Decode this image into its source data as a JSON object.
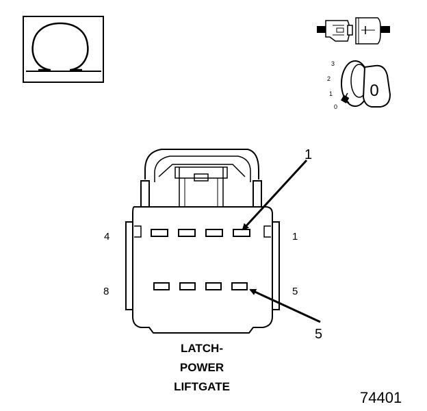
{
  "meter_icon": {
    "name": "ohm-symbol-icon",
    "glyph": "Ω"
  },
  "ignition": {
    "connector_icon": "disconnected-connector-icon",
    "key_icon": "ignition-key-icon",
    "positions": [
      "3",
      "2",
      "1",
      "0"
    ],
    "key_marking": "0"
  },
  "connector": {
    "pin_labels": {
      "top_left": "4",
      "top_right": "1",
      "bottom_left": "8",
      "bottom_right": "5"
    },
    "pins_top_row": 4,
    "pins_bottom_row": 4,
    "callouts": {
      "upper": "1",
      "lower": "5"
    },
    "title_lines": [
      "LATCH-",
      "POWER",
      "LIFTGATE"
    ]
  },
  "figure_number": "74401",
  "colors": {
    "ink": "#000000",
    "paper": "#ffffff"
  }
}
